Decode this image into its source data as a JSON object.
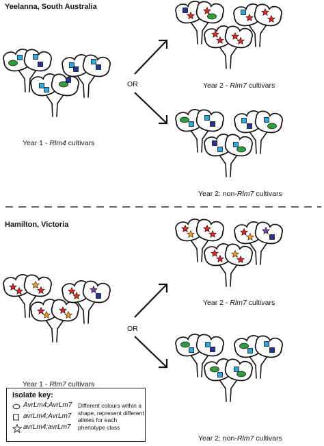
{
  "sections": [
    {
      "site": "Yeelanna, South Australia",
      "year1": {
        "prefix": "Year 1 - ",
        "cultivar": "Rlm4",
        "suffix": " cultivars"
      },
      "or": "OR",
      "top": {
        "prefix": "Year 2 - ",
        "cultivar": "Rlm7",
        "suffix": " cultivars"
      },
      "bottom": {
        "prefix": "Year 2: non-",
        "cultivar": "Rlm7",
        "suffix": " cultivars"
      }
    },
    {
      "site": "Hamilton, Victoria",
      "year1": {
        "prefix": "Year 1 - ",
        "cultivar": "Rlm7",
        "suffix": " cultivars"
      },
      "or": "OR",
      "top": {
        "prefix": "Year 2 - ",
        "cultivar": "Rlm7",
        "suffix": " cultivars"
      },
      "bottom": {
        "prefix": "Year 2: non-",
        "cultivar": "Rlm7",
        "suffix": " cultivars"
      }
    }
  ],
  "key": {
    "title": "Isolate key:",
    "rows": [
      {
        "shape": "ellipse",
        "label": "AvrLm4;AvrLm7"
      },
      {
        "shape": "square",
        "label": "avrLm4;AvrLm7"
      },
      {
        "shape": "star",
        "label": "avrLm4;avrLm7"
      }
    ],
    "note": "Different colours within a shape, represent different alleles for each phenotype class"
  },
  "colors": {
    "green": "#2e9e3e",
    "light_blue": "#29a9e0",
    "dark_blue": "#24349a",
    "red": "#e02424",
    "orange": "#f39a25",
    "purple": "#7a3ea0"
  }
}
